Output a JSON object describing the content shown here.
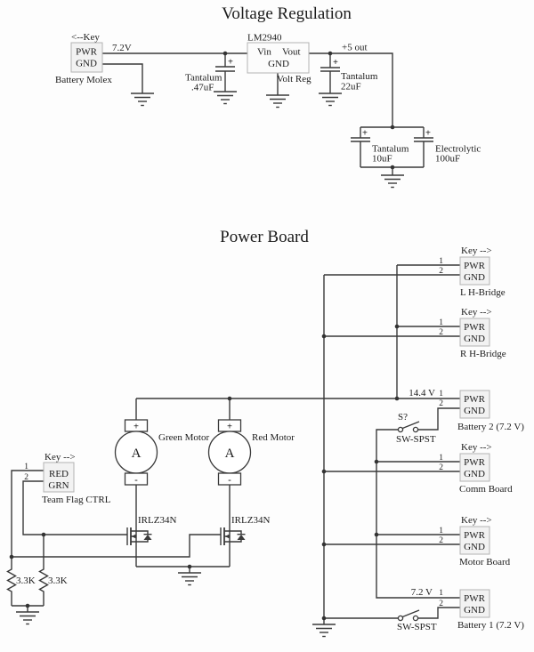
{
  "vr": {
    "title": "Voltage Regulation",
    "key": "<--Key",
    "molex_pwr": "PWR",
    "molex_gnd": "GND",
    "molex_label": "Battery Molex",
    "input_voltage": "7.2V",
    "cap_in_type": "Tantalum",
    "cap_in_value": ".47uF",
    "reg_part": "LM2940",
    "reg_vin": "Vin",
    "reg_vout": "Vout",
    "reg_gnd": "GND",
    "reg_label": "Volt Reg",
    "output": "+5 out",
    "cap_out_type": "Tantalum",
    "cap_out_value": "22uF",
    "cap_bulk1_type": "Tantalum",
    "cap_bulk1_value": "10uF",
    "cap_bulk2_type": "Electrolytic",
    "cap_bulk2_value": "100uF",
    "plus": "+"
  },
  "pb": {
    "title": "Power Board",
    "key": "Key -->",
    "pin1": "1",
    "pin2": "2",
    "pwr": "PWR",
    "gnd": "GND",
    "connectors": {
      "lh": "L H-Bridge",
      "rh": "R H-Bridge",
      "bat2": "Battery 2 (7.2 V)",
      "comm": "Comm Board",
      "motor": "Motor Board",
      "bat1": "Battery 1 (7.2 V)"
    },
    "rail_144": "14.4 V",
    "rail_72": "7.2 V",
    "switch_id": "S?",
    "switch_type": "SW-SPST",
    "team_flag": {
      "red": "RED",
      "grn": "GRN",
      "label": "Team Flag CTRL"
    },
    "green_motor": "Green Motor",
    "red_motor": "Red Motor",
    "motor_meter": "A",
    "motor_plus": "+",
    "motor_minus": "-",
    "mosfet": "IRLZ34N",
    "resistor": "3.3K"
  }
}
